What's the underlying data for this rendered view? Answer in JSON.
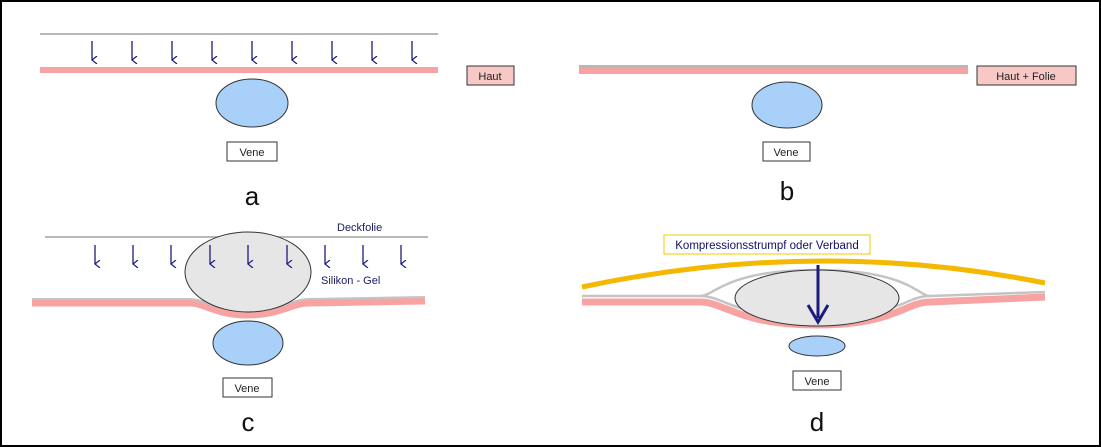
{
  "colors": {
    "skin": "#f8a3a3",
    "foil": "#b8b8b8",
    "vein": "#a8d0f8",
    "vein_stroke": "#333333",
    "gel": "#e6e6e6",
    "arrow": "#1a1a80",
    "stocking": "#f5b800",
    "label_fill_skin": "#f8c8c4"
  },
  "panels": {
    "a": {
      "letter": "a",
      "vein_label": "Vene",
      "skin_label": "Haut"
    },
    "b": {
      "letter": "b",
      "vein_label": "Vene",
      "skin_label": "Haut + Folie"
    },
    "c": {
      "letter": "c",
      "vein_label": "Vene",
      "top_label": "Deckfolie",
      "gel_label": "Silikon - Gel"
    },
    "d": {
      "letter": "d",
      "vein_label": "Vene",
      "compression_label": "Kompressionsstrumpf oder Verband"
    }
  }
}
